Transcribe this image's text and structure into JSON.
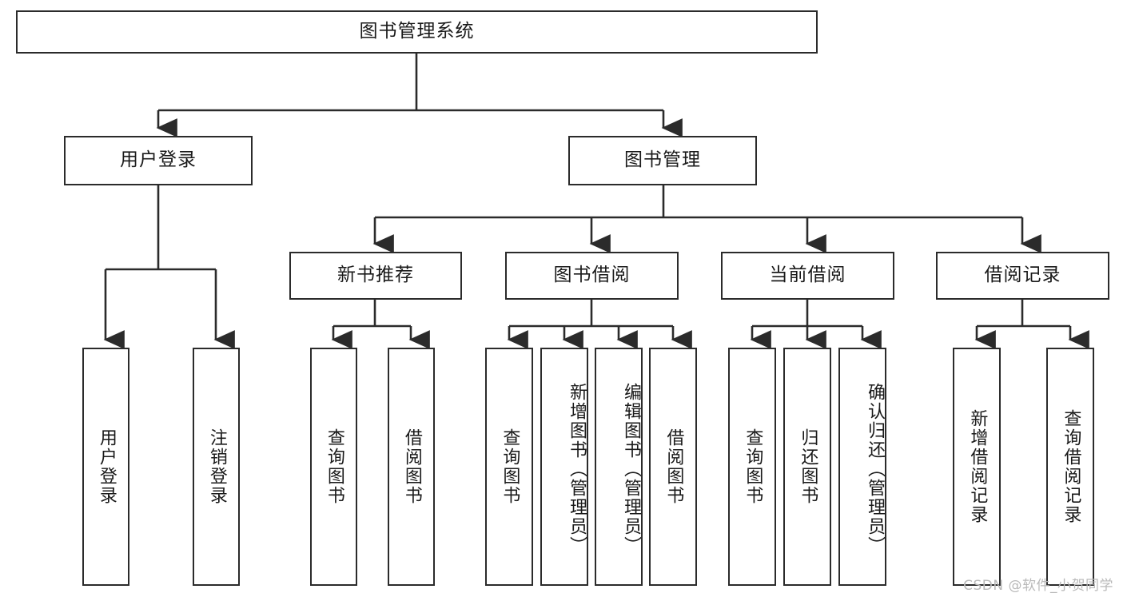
{
  "diagram": {
    "title": "图书管理系统",
    "watermark": "CSDN @软件_小贺同学",
    "line_color": "#2b2b2b",
    "text_color": "#1a1a1a",
    "background": "#ffffff",
    "nodes": {
      "root": "图书管理系统",
      "level2": {
        "user_login": "用户登录",
        "book_manage": "图书管理"
      },
      "level3": {
        "new_book_rec": "新书推荐",
        "book_borrow": "图书借阅",
        "current_borrow": "当前借阅",
        "borrow_record": "借阅记录"
      },
      "leaves": {
        "user_login_1": "用户登录",
        "user_login_2": "注销登录",
        "new_book_rec_1": "查询图书",
        "new_book_rec_2": "借阅图书",
        "book_borrow_1": "查询图书",
        "book_borrow_2": "新增图书（管理员）",
        "book_borrow_3": "编辑图书（管理员）",
        "book_borrow_4": "借阅图书",
        "current_borrow_1": "查询图书",
        "current_borrow_2": "归还图书",
        "current_borrow_3": "确认归还（管理员）",
        "borrow_record_1": "新增借阅记录",
        "borrow_record_2": "查询借阅记录"
      }
    }
  }
}
